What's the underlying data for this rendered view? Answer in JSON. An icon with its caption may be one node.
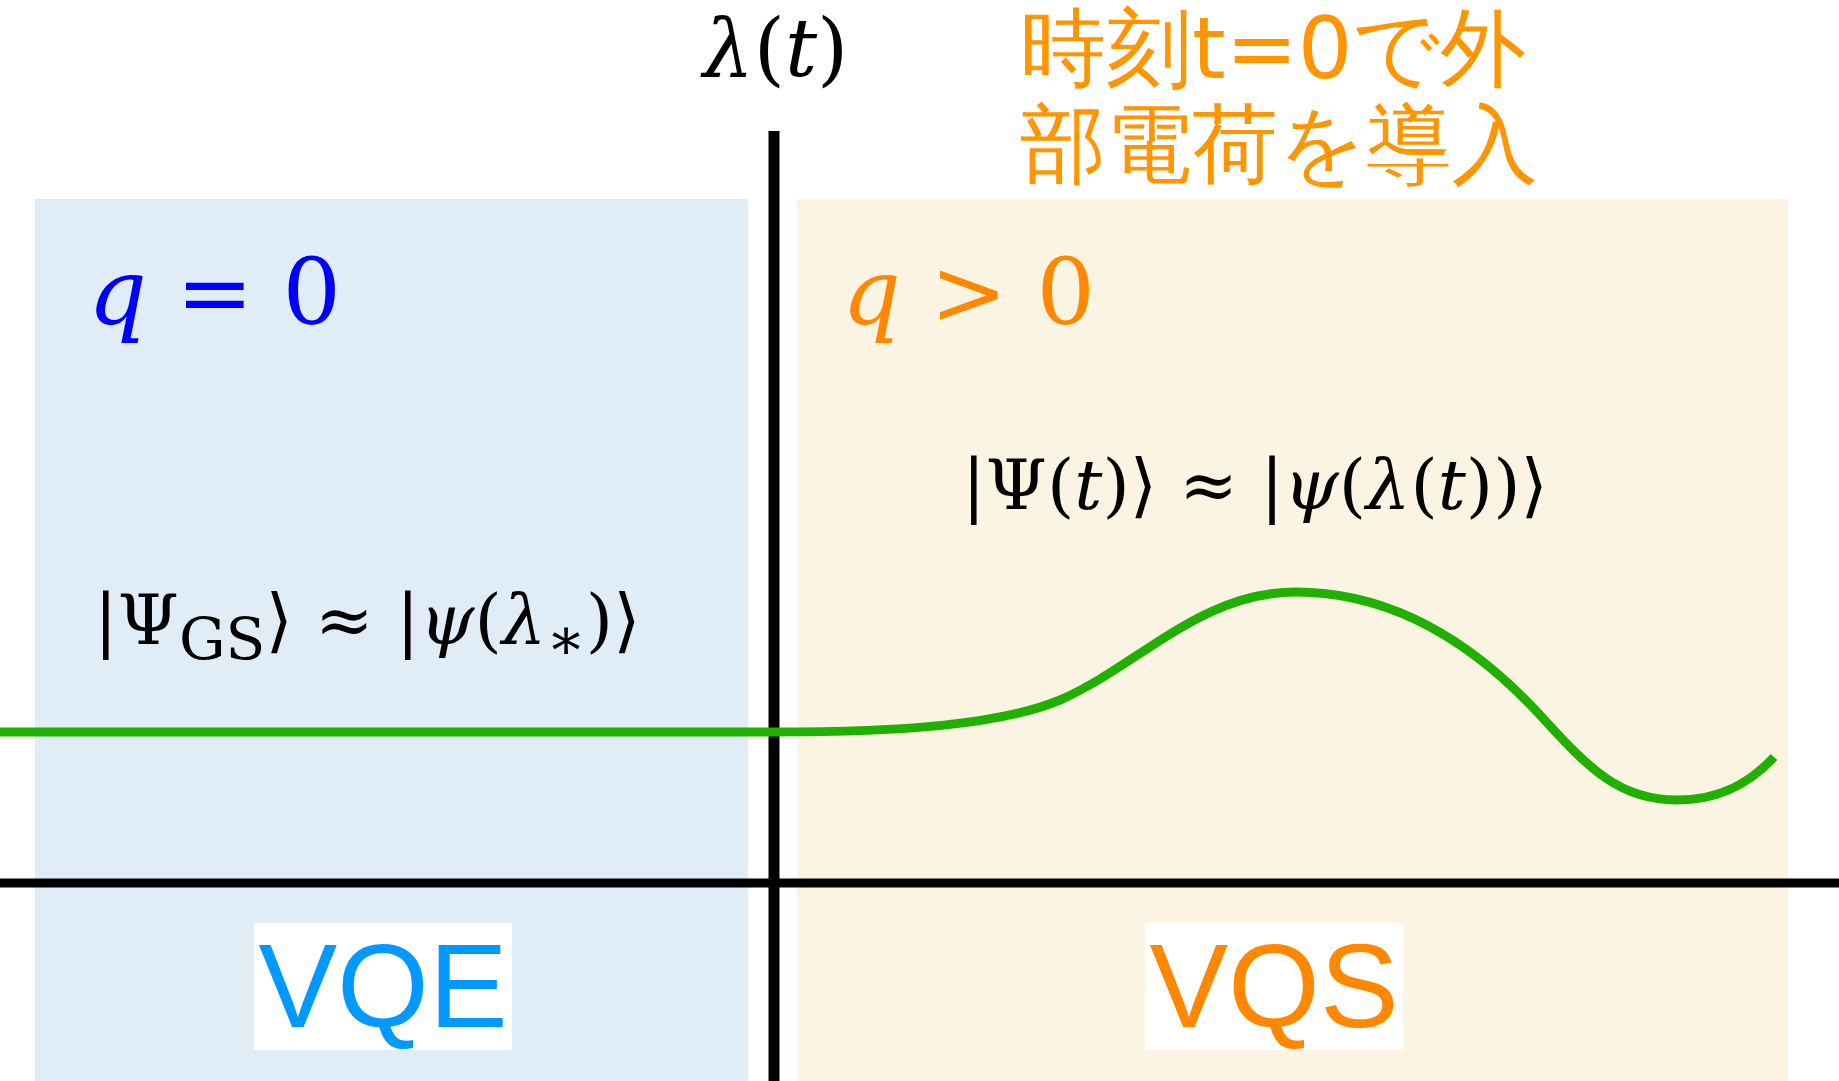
{
  "diagram": {
    "nodes": [
      {
        "text": [
          "*q* = 0",
          "|Ψ$_{GS}$⟩ ≈ |*ψ*(*λ*$_{∗}$)⟩",
          "VQE"
        ]
      },
      {
        "text": [
          "*q* > 0",
          "|Ψ(*t*)⟩ ≈ |*ψ*(*λ*(*t*))⟩",
          "VQS"
        ]
      }
    ],
    "labels": [
      "*λ*(*t*)",
      "時刻t=0で外部電荷を導入"
    ]
  }
}
